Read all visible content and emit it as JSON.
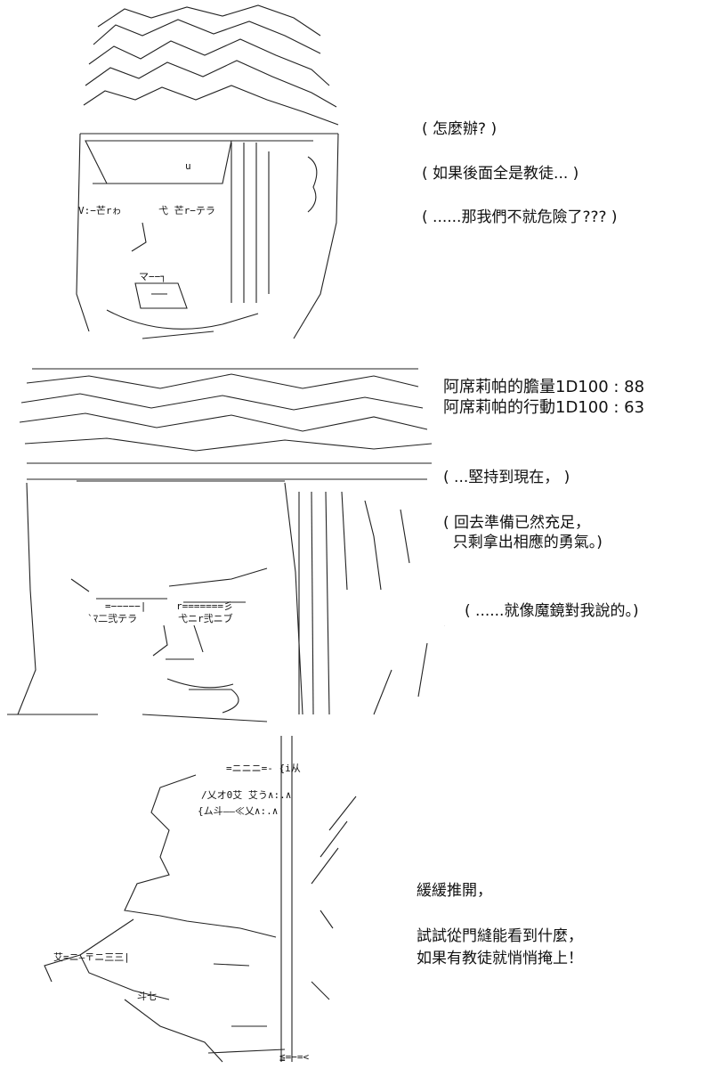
{
  "panels": [
    {
      "lines": [
        "( 怎麼辦? )",
        "( 如果後面全是教徒... )",
        "( ......那我們不就危險了??? )"
      ]
    },
    {
      "stats": [
        "阿席莉帕的膽量1D100 : 88",
        "阿席莉帕的行動1D100 : 63"
      ],
      "lines": [
        "( ...堅持到現在， )",
        "( 回去準備已然充足，",
        "  只剩拿出相應的勇氣。)",
        "( ......就像魔鏡對我說的。)"
      ]
    },
    {
      "lines": [
        "緩緩推開，",
        "試試從門縫能看到什麼，",
        "如果有教徒就悄悄掩上！"
      ]
    }
  ],
  "art_labels": {
    "p1": [
      "u",
      "V:−芒rゎ",
      "弋 芒r−テラ",
      "マ−−┐"
    ],
    "p2": [
      "=−−−−−|",
      "r=======彡",
      "`ﾏ二弐テラ",
      "弋ニr弐ニブ"
    ],
    "p3": [
      "=ニニニ=- {i从",
      "/乂オ0艾 艾う∧:.∧",
      "{ム斗――≪乂∧:.∧",
      "斗七",
      "艾=ニ―〒ニ三三|",
      "≦=−=<"
    ]
  }
}
